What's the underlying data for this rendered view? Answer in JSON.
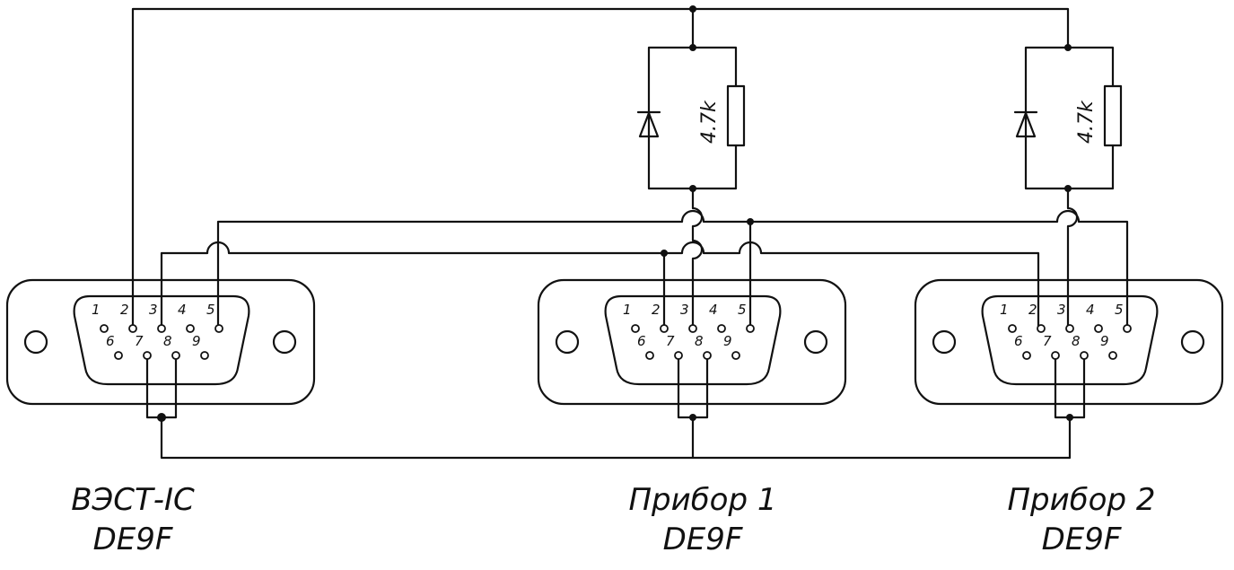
{
  "connectors": [
    {
      "id": "vest",
      "name": "ВЭСТ-IC",
      "type": "DE9F",
      "pins_top": [
        "1",
        "2",
        "3",
        "4",
        "5"
      ],
      "pins_bottom": [
        "6",
        "7",
        "8",
        "9"
      ]
    },
    {
      "id": "pribor1",
      "name": "Прибор 1",
      "type": "DE9F",
      "pins_top": [
        "1",
        "2",
        "3",
        "4",
        "5"
      ],
      "pins_bottom": [
        "6",
        "7",
        "8",
        "9"
      ]
    },
    {
      "id": "pribor2",
      "name": "Прибор 2",
      "type": "DE9F",
      "pins_top": [
        "1",
        "2",
        "3",
        "4",
        "5"
      ],
      "pins_bottom": [
        "6",
        "7",
        "8",
        "9"
      ]
    }
  ],
  "components": [
    {
      "id": "r1",
      "kind": "resistor",
      "value": "4.7k"
    },
    {
      "id": "d1",
      "kind": "diode"
    },
    {
      "id": "r2",
      "kind": "resistor",
      "value": "4.7k"
    },
    {
      "id": "d2",
      "kind": "diode"
    }
  ]
}
